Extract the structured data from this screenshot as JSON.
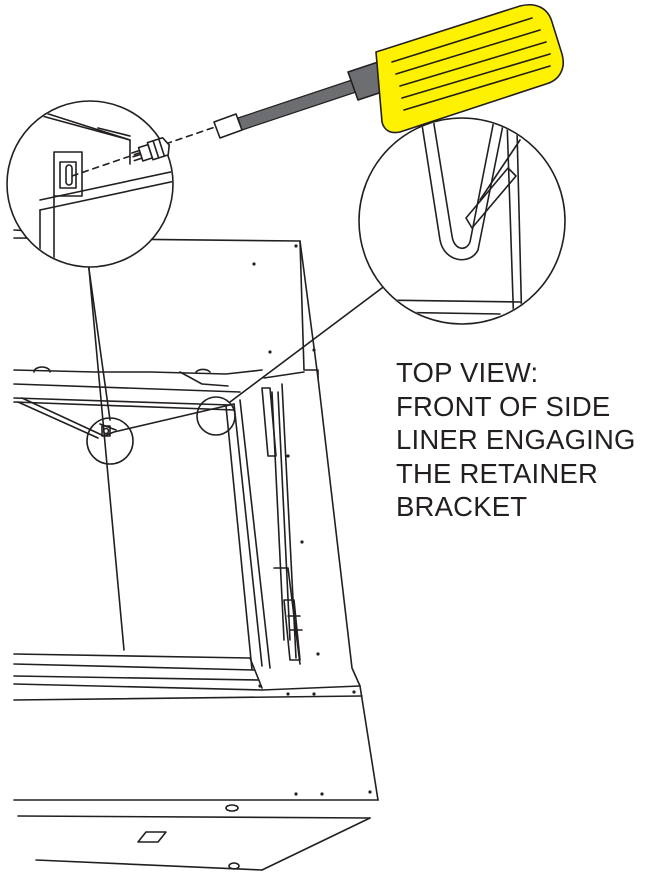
{
  "caption": {
    "lines": [
      "TOP VIEW:",
      "FRONT OF SIDE",
      "LINER ENGAGING",
      "THE RETAINER",
      "BRACKET"
    ]
  },
  "colors": {
    "ink": "#231f20",
    "screwdriver_handle": "#fff200",
    "screwdriver_shaft": "#6d6e71",
    "background": "#ffffff"
  },
  "icons": {
    "tool": "screwdriver-icon",
    "fastener": "screw-icon"
  }
}
